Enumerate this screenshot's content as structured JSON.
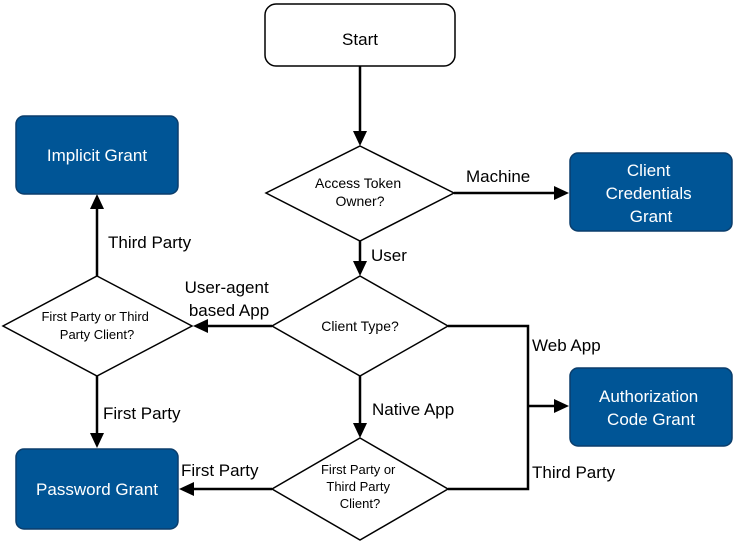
{
  "colors": {
    "terminal_fill": "#005596",
    "terminal_stroke": "#0a3d6b",
    "terminal_text": "#ffffff",
    "start_fill": "#ffffff",
    "decision_fill": "#ffffff",
    "outline": "#000000",
    "line": "#000000"
  },
  "nodes": {
    "start": {
      "lines": [
        "Start"
      ]
    },
    "access_token_owner": {
      "lines": [
        "Access Token",
        "Owner?"
      ]
    },
    "client_credentials": {
      "lines": [
        "Client",
        "Credentials",
        "Grant"
      ]
    },
    "client_type": {
      "lines": [
        "Client Type?"
      ]
    },
    "first_third_left": {
      "lines": [
        "First Party or Third",
        "Party Client?"
      ]
    },
    "implicit_grant": {
      "lines": [
        "Implicit Grant"
      ]
    },
    "password_grant": {
      "lines": [
        "Password Grant"
      ]
    },
    "authorization_code": {
      "lines": [
        "Authorization",
        "Code Grant"
      ]
    },
    "first_third_bottom": {
      "lines": [
        "First Party or",
        "Third Party",
        "Client?"
      ]
    }
  },
  "edge_labels": {
    "machine": "Machine",
    "user": "User",
    "user_agent_1": "User-agent",
    "user_agent_2": "based App",
    "third_party_left": "Third Party",
    "first_party_left": "First Party",
    "native_app": "Native App",
    "web_app": "Web App",
    "first_party_bottom": "First Party",
    "third_party_right": "Third Party"
  }
}
